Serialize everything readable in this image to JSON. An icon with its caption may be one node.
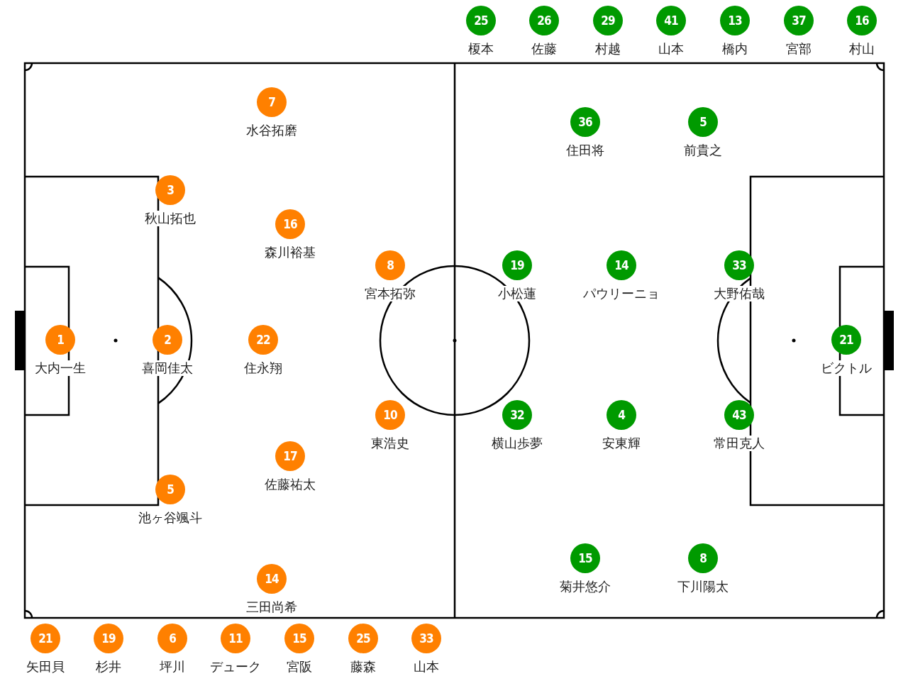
{
  "diagram": {
    "nodes": [
      {
        "text": [
          "25"
        ],
        "beside": [
          "榎本"
        ]
      },
      {
        "text": [
          "26"
        ],
        "beside": [
          "佐藤"
        ]
      },
      {
        "text": [
          "29"
        ],
        "beside": [
          "村越"
        ]
      },
      {
        "text": [
          "41"
        ],
        "beside": [
          "山本"
        ]
      },
      {
        "text": [
          "13"
        ],
        "beside": [
          "橋内"
        ]
      },
      {
        "text": [
          "37"
        ],
        "beside": [
          "宮部"
        ]
      },
      {
        "text": [
          "16"
        ],
        "beside": [
          "村山"
        ]
      },
      {
        "text": [
          "7"
        ],
        "beside": [
          "水谷拓磨"
        ]
      },
      {
        "text": [
          "3"
        ],
        "beside": [
          "秋山拓也"
        ]
      },
      {
        "text": [
          "16"
        ],
        "beside": [
          "森川裕基"
        ]
      },
      {
        "text": [
          "8"
        ],
        "beside": [
          "宮本拓弥"
        ]
      },
      {
        "text": [
          "1"
        ],
        "beside": [
          "大内一生"
        ]
      },
      {
        "text": [
          "2"
        ],
        "beside": [
          "喜岡佳太"
        ]
      },
      {
        "text": [
          "22"
        ],
        "beside": [
          "住永翔"
        ]
      },
      {
        "text": [
          "10"
        ],
        "beside": [
          "東浩史"
        ]
      },
      {
        "text": [
          "17"
        ],
        "beside": [
          "佐藤祐太"
        ]
      },
      {
        "text": [
          "5"
        ],
        "beside": [
          "池ヶ谷颯斗"
        ]
      },
      {
        "text": [
          "14"
        ],
        "beside": [
          "三田尚希"
        ]
      },
      {
        "text": [
          "36"
        ],
        "beside": [
          "住田将"
        ]
      },
      {
        "text": [
          "5"
        ],
        "beside": [
          "前貴之"
        ]
      },
      {
        "text": [
          "19"
        ],
        "beside": [
          "小松蓮"
        ]
      },
      {
        "text": [
          "14"
        ],
        "beside": [
          "パウリーニョ"
        ]
      },
      {
        "text": [
          "33"
        ],
        "beside": [
          "大野佑哉"
        ]
      },
      {
        "text": [
          "21"
        ],
        "beside": [
          "ビクトル"
        ]
      },
      {
        "text": [
          "32"
        ],
        "beside": [
          "横山歩夢"
        ]
      },
      {
        "text": [
          "4"
        ],
        "beside": [
          "安東輝"
        ]
      },
      {
        "text": [
          "43"
        ],
        "beside": [
          "常田克人"
        ]
      },
      {
        "text": [
          "15"
        ],
        "beside": [
          "菊井悠介"
        ]
      },
      {
        "text": [
          "8"
        ],
        "beside": [
          "下川陽太"
        ]
      },
      {
        "text": [
          "21"
        ],
        "beside": [
          "矢田貝"
        ]
      },
      {
        "text": [
          "19"
        ],
        "beside": [
          "杉井"
        ]
      },
      {
        "text": [
          "6"
        ],
        "beside": [
          "坪川"
        ]
      },
      {
        "text": [
          "11"
        ],
        "beside": [
          "デューク"
        ]
      },
      {
        "text": [
          "15"
        ],
        "beside": [
          "宮阪"
        ]
      },
      {
        "text": [
          "25"
        ],
        "beside": [
          "藤森"
        ]
      },
      {
        "text": [
          "33"
        ],
        "beside": [
          "山本"
        ]
      }
    ]
  }
}
